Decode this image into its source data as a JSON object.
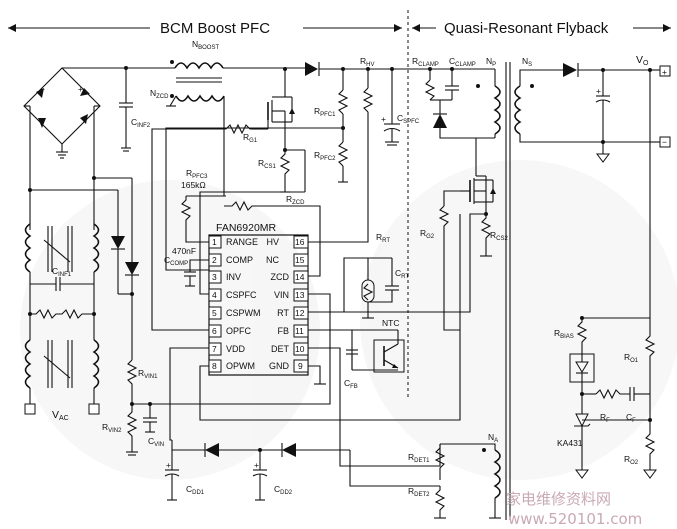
{
  "sections": {
    "pfc": "BCM Boost PFC",
    "flyback": "Quasi-Resonant Flyback"
  },
  "ic": {
    "name": "FAN6920MR",
    "left_pins": [
      {
        "num": "1",
        "name": "RANGE"
      },
      {
        "num": "2",
        "name": "COMP"
      },
      {
        "num": "3",
        "name": "INV"
      },
      {
        "num": "4",
        "name": "CSPFC"
      },
      {
        "num": "5",
        "name": "CSPWM"
      },
      {
        "num": "6",
        "name": "OPFC"
      },
      {
        "num": "7",
        "name": "VDD"
      },
      {
        "num": "8",
        "name": "OPWM"
      }
    ],
    "right_pins": [
      {
        "num": "16",
        "name": "HV"
      },
      {
        "num": "15",
        "name": "NC"
      },
      {
        "num": "14",
        "name": "ZCD"
      },
      {
        "num": "13",
        "name": "VIN"
      },
      {
        "num": "12",
        "name": "RT"
      },
      {
        "num": "11",
        "name": "FB"
      },
      {
        "num": "10",
        "name": "DET"
      },
      {
        "num": "9",
        "name": "GND"
      }
    ]
  },
  "labels": {
    "n_boost": [
      "N",
      "BOOST"
    ],
    "n_zcd": [
      "N",
      "ZCD"
    ],
    "c_inf2": [
      "C",
      "INF2"
    ],
    "r_hv": [
      "R",
      "HV"
    ],
    "r_clamp": [
      "R",
      "CLAMP"
    ],
    "c_clamp": [
      "C",
      "CLAMP"
    ],
    "n_p": [
      "N",
      "P"
    ],
    "n_s": [
      "N",
      "S"
    ],
    "v_o": [
      "V",
      "O"
    ],
    "r_g1": [
      "R",
      "G1"
    ],
    "r_pfc1": [
      "R",
      "PFC1"
    ],
    "c_spfc": [
      "C",
      "SPFC"
    ],
    "r_cs1": [
      "R",
      "CS1"
    ],
    "r_pfc2": [
      "R",
      "PFC2"
    ],
    "r_pfc3": [
      "R",
      "PFC3"
    ],
    "r_pfc3_value": "165kΩ",
    "r_zcd": [
      "R",
      "ZCD"
    ],
    "c_470": "470nF",
    "c_comp": [
      "C",
      "COMP"
    ],
    "r_rt": [
      "R",
      "RT"
    ],
    "c_rt": [
      "C",
      "RT"
    ],
    "ntc": "NTC",
    "r_g2": [
      "R",
      "G2"
    ],
    "r_cs2": [
      "R",
      "CS2"
    ],
    "c_inf1": [
      "C",
      "INF1"
    ],
    "c_fb": [
      "C",
      "FB"
    ],
    "r_bias": [
      "R",
      "BIAS"
    ],
    "r_o1": [
      "R",
      "O1"
    ],
    "r_f": [
      "R",
      "F"
    ],
    "c_f": [
      "C",
      "F"
    ],
    "ka431": "KA431",
    "r_o2": [
      "R",
      "O2"
    ],
    "r_vin1": [
      "R",
      "VIN1"
    ],
    "r_vin2": [
      "R",
      "VIN2"
    ],
    "c_vin": [
      "C",
      "VIN"
    ],
    "v_ac": [
      "V",
      "AC"
    ],
    "c_dd1": [
      "C",
      "DD1"
    ],
    "c_dd2": [
      "C",
      "DD2"
    ],
    "r_det1": [
      "R",
      "DET1"
    ],
    "r_det2": [
      "R",
      "DET2"
    ],
    "n_a": [
      "N",
      "A"
    ],
    "plus": "+",
    "minus": "−"
  },
  "watermark": {
    "cn": "家电维修资料网",
    "url": "www.520101.com"
  }
}
